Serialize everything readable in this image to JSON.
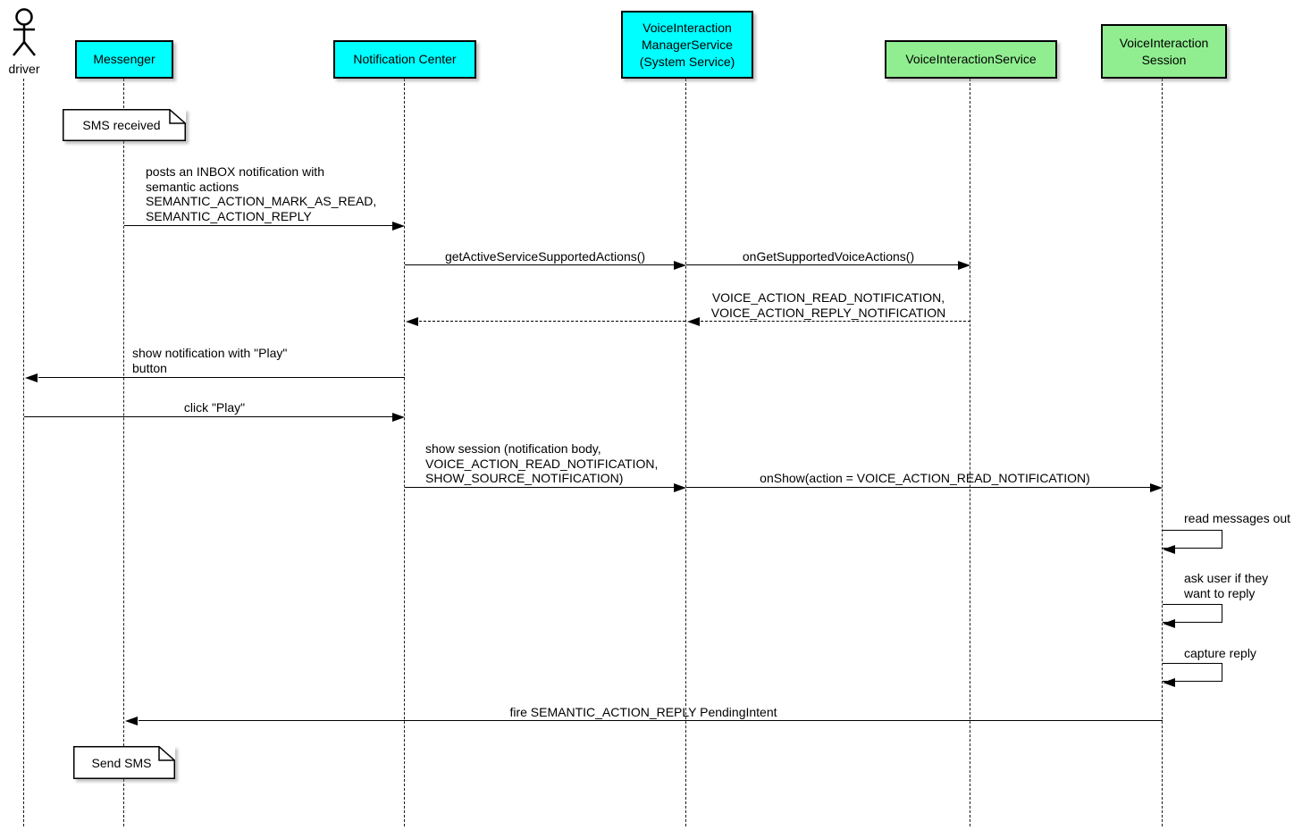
{
  "actor": {
    "label": "driver"
  },
  "participants": [
    {
      "id": "messenger",
      "label": "Messenger",
      "fill": "#00FFFF"
    },
    {
      "id": "notification-center",
      "label": "Notification Center",
      "fill": "#00FFFF"
    },
    {
      "id": "voice-interaction-manager-service",
      "label": "VoiceInteraction\nManagerService\n(System Service)",
      "fill": "#00FFFF"
    },
    {
      "id": "voice-interaction-service",
      "label": "VoiceInteractionService",
      "fill": "#90EE90"
    },
    {
      "id": "voice-interaction-session",
      "label": "VoiceInteraction\nSession",
      "fill": "#90EE90"
    }
  ],
  "notes": [
    {
      "text": "SMS received",
      "anchor": "Messenger"
    },
    {
      "text": "Send SMS",
      "anchor": "Messenger"
    }
  ],
  "messages": [
    {
      "from": "Messenger",
      "to": "Notification Center",
      "style": "solid",
      "label": "posts an INBOX notification with\nsemantic actions\nSEMANTIC_ACTION_MARK_AS_READ,\nSEMANTIC_ACTION_REPLY"
    },
    {
      "from": "Notification Center",
      "to": "VoiceInteractionManagerService",
      "style": "solid",
      "label": "getActiveServiceSupportedActions()"
    },
    {
      "from": "VoiceInteractionManagerService",
      "to": "VoiceInteractionService",
      "style": "solid",
      "label": "onGetSupportedVoiceActions()"
    },
    {
      "from": "VoiceInteractionService",
      "to": "VoiceInteractionManagerService",
      "style": "dashed",
      "label": "VOICE_ACTION_READ_NOTIFICATION,\nVOICE_ACTION_REPLY_NOTIFICATION"
    },
    {
      "from": "VoiceInteractionManagerService",
      "to": "Notification Center",
      "style": "dashed",
      "label": ""
    },
    {
      "from": "Notification Center",
      "to": "driver",
      "style": "solid",
      "label": "show notification with \"Play\"\nbutton"
    },
    {
      "from": "driver",
      "to": "Notification Center",
      "style": "solid",
      "label": "click \"Play\""
    },
    {
      "from": "Notification Center",
      "to": "VoiceInteractionManagerService",
      "style": "solid",
      "label": "show session (notification body,\nVOICE_ACTION_READ_NOTIFICATION,\nSHOW_SOURCE_NOTIFICATION)"
    },
    {
      "from": "VoiceInteractionManagerService",
      "to": "VoiceInteractionSession",
      "style": "solid",
      "label": "onShow(action = VOICE_ACTION_READ_NOTIFICATION)"
    },
    {
      "from": "VoiceInteractionSession",
      "to": "VoiceInteractionSession",
      "style": "self",
      "label": "read messages out"
    },
    {
      "from": "VoiceInteractionSession",
      "to": "VoiceInteractionSession",
      "style": "self",
      "label": "ask user if they\nwant to reply"
    },
    {
      "from": "VoiceInteractionSession",
      "to": "VoiceInteractionSession",
      "style": "self",
      "label": "capture reply"
    },
    {
      "from": "VoiceInteractionSession",
      "to": "Messenger",
      "style": "solid",
      "label": "fire SEMANTIC_ACTION_REPLY PendingIntent"
    }
  ],
  "colors": {
    "participant_cyan": "#00FFFF",
    "participant_green": "#90EE90",
    "line": "#000000",
    "background": "#FFFFFF"
  }
}
